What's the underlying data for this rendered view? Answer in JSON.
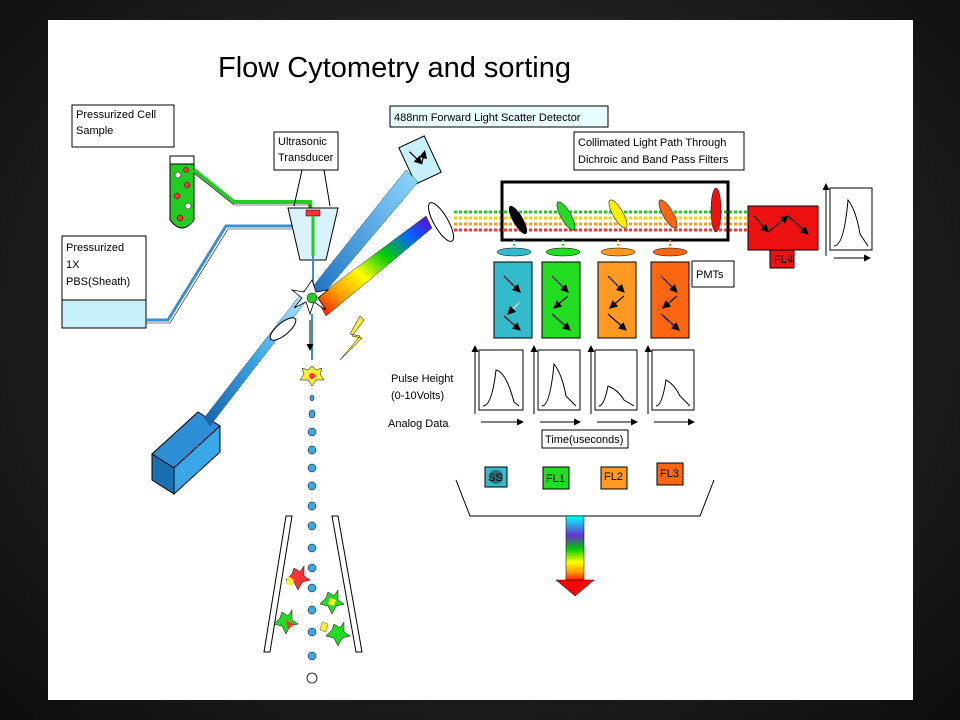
{
  "title": "Flow Cytometry and sorting",
  "labels": {
    "cell_sample_line1": "Pressurized Cell",
    "cell_sample_line2": "Sample",
    "sheath_line1": "Pressurized",
    "sheath_line2": "1X",
    "sheath_line3": "PBS(Sheath)",
    "ultrasonic_line1": "Ultrasonic",
    "ultrasonic_line2": "Transducer",
    "forward_scatter": "488nm Forward Light Scatter Detector",
    "collimated_line1": "Collimated Light Path Through",
    "collimated_line2": "Dichroic and Band Pass Filters",
    "pmts": "PMTs",
    "fl4": "FL4",
    "pulse_line1": "Pulse Height",
    "pulse_line2": "(0-10Volts)",
    "analog": "Analog Data",
    "time": "Time(useconds)",
    "channel_ss": "SS",
    "channel_fl1": "FL1",
    "channel_fl2": "FL2",
    "channel_fl3": "FL3"
  },
  "colors": {
    "ss": "#33bbcc",
    "fl1": "#22dd22",
    "fl2": "#ff9922",
    "fl3": "#ff6611",
    "fl4": "#ee1111",
    "laser": "#2e8fd6"
  }
}
